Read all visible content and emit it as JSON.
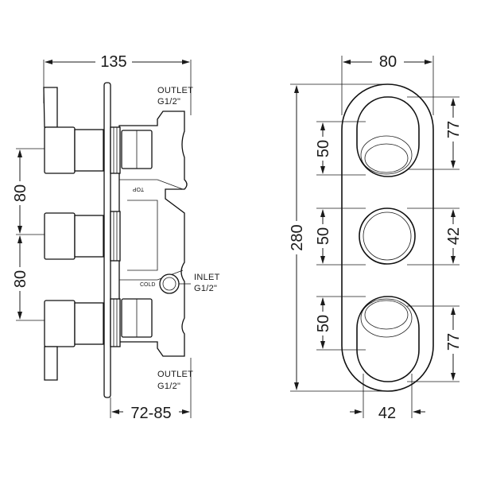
{
  "side_view": {
    "dims": {
      "overall_width": "135",
      "spacing_upper": "80",
      "spacing_lower": "80",
      "depth": "72-85"
    },
    "labels": {
      "outlet_top_line1": "OUTLET",
      "outlet_top_line2": "G1/2\"",
      "inlet_line1": "INLET",
      "inlet_line2": "G1/2\"",
      "cold": "COLD",
      "outlet_bottom_line1": "OUTLET",
      "outlet_bottom_line2": "G1/2\"",
      "body_marking": "TOP"
    }
  },
  "front_view": {
    "dims": {
      "plate_width": "80",
      "plate_height": "280",
      "upper_handle_width": "50",
      "middle_knob_width": "50",
      "lower_handle_width": "50",
      "upper_offset": "77",
      "middle_spacing": "42",
      "lower_offset": "77",
      "bottom_width": "42"
    }
  },
  "colors": {
    "line": "#1a1a1a",
    "background": "#ffffff"
  }
}
